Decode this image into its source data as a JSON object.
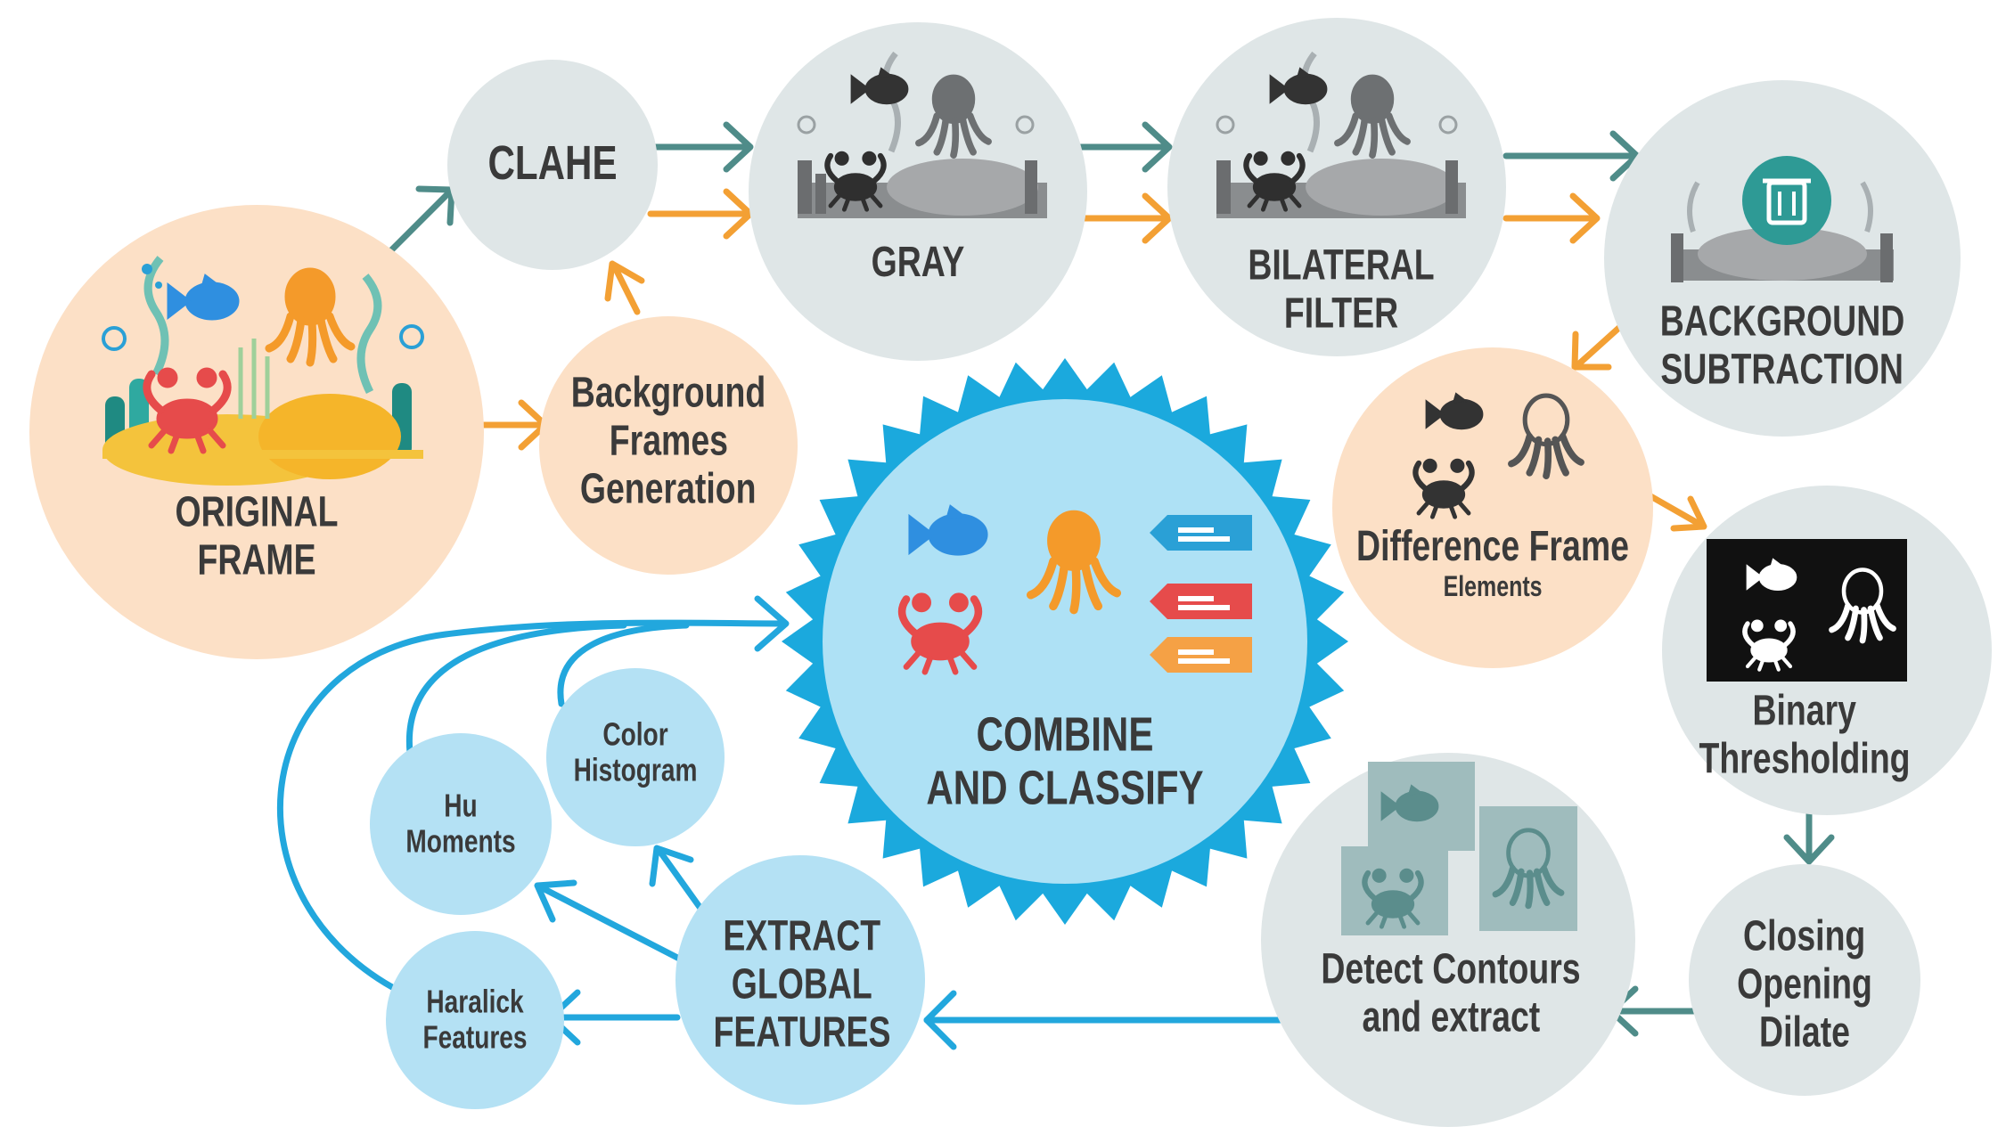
{
  "colors": {
    "peach": "#fce0c6",
    "gray_circle": "#dfe6e7",
    "blue_circle": "#b4e1f4",
    "center_circle": "#aee1f5",
    "center_ring": "#1ba9dd",
    "teal_arrow": "#4f8c89",
    "orange_arrow": "#f3a034",
    "blue_arrow": "#22a7dd"
  },
  "nodes": {
    "original_frame": {
      "line1": "ORIGINAL",
      "line2": "FRAME"
    },
    "clahe": {
      "label": "CLAHE"
    },
    "background_frames": {
      "line1": "Background",
      "line2": "Frames",
      "line3": "Generation"
    },
    "gray": {
      "label": "GRAY"
    },
    "bilateral_filter": {
      "line1": "BILATERAL",
      "line2": "FILTER"
    },
    "background_subtraction": {
      "line1": "BACKGROUND",
      "line2": "SUBTRACTION"
    },
    "difference_frame": {
      "line1": "Difference Frame",
      "line2": "Elements"
    },
    "binary_thresholding": {
      "line1": "Binary",
      "line2": "Thresholding"
    },
    "morphology": {
      "line1": "Closing",
      "line2": "Opening",
      "line3": "Dilate"
    },
    "detect_contours": {
      "line1": "Detect Contours",
      "line2": "and extract"
    },
    "extract_global": {
      "line1": "EXTRACT",
      "line2": "GLOBAL",
      "line3": "FEATURES"
    },
    "color_histogram": {
      "line1": "Color",
      "line2": "Histogram"
    },
    "hu_moments": {
      "line1": "Hu",
      "line2": "Moments"
    },
    "haralick": {
      "line1": "Haralick",
      "line2": "Features"
    },
    "combine_classify": {
      "line1": "COMBINE",
      "line2": "AND CLASSIFY"
    }
  },
  "icons": [
    "fish-icon",
    "octopus-icon",
    "crab-icon",
    "seaweed-icon",
    "bubbles-icon",
    "trash-can-icon",
    "tag-icon"
  ]
}
